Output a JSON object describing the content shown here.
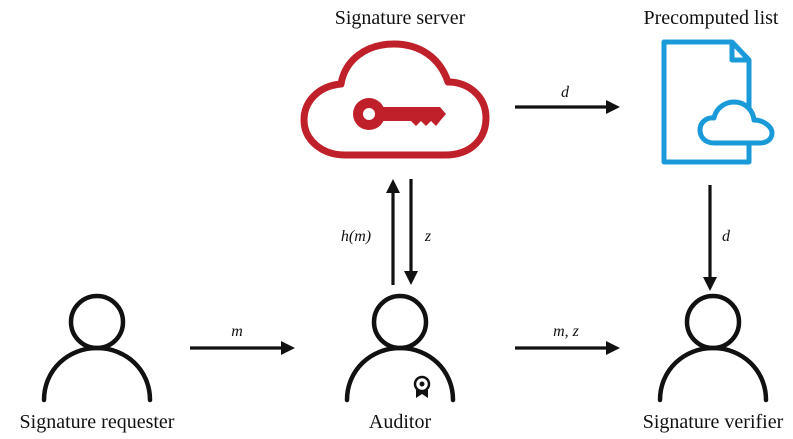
{
  "nodes": {
    "server": {
      "label": "Signature server",
      "icon": "cloud-key-icon",
      "color": "#c0202a"
    },
    "list": {
      "label": "Precomputed list",
      "icon": "cloud-document-icon",
      "color": "#1a9ad9"
    },
    "requester": {
      "label": "Signature requester",
      "icon": "person-icon"
    },
    "auditor": {
      "label": "Auditor",
      "icon": "person-badge-icon"
    },
    "verifier": {
      "label": "Signature verifier",
      "icon": "person-icon"
    }
  },
  "edges": {
    "server_to_list": "d",
    "list_to_verifier": "d",
    "auditor_to_server": "h(m)",
    "server_to_auditor": "z",
    "requester_to_auditor": "m",
    "auditor_to_verifier": "m, z"
  }
}
